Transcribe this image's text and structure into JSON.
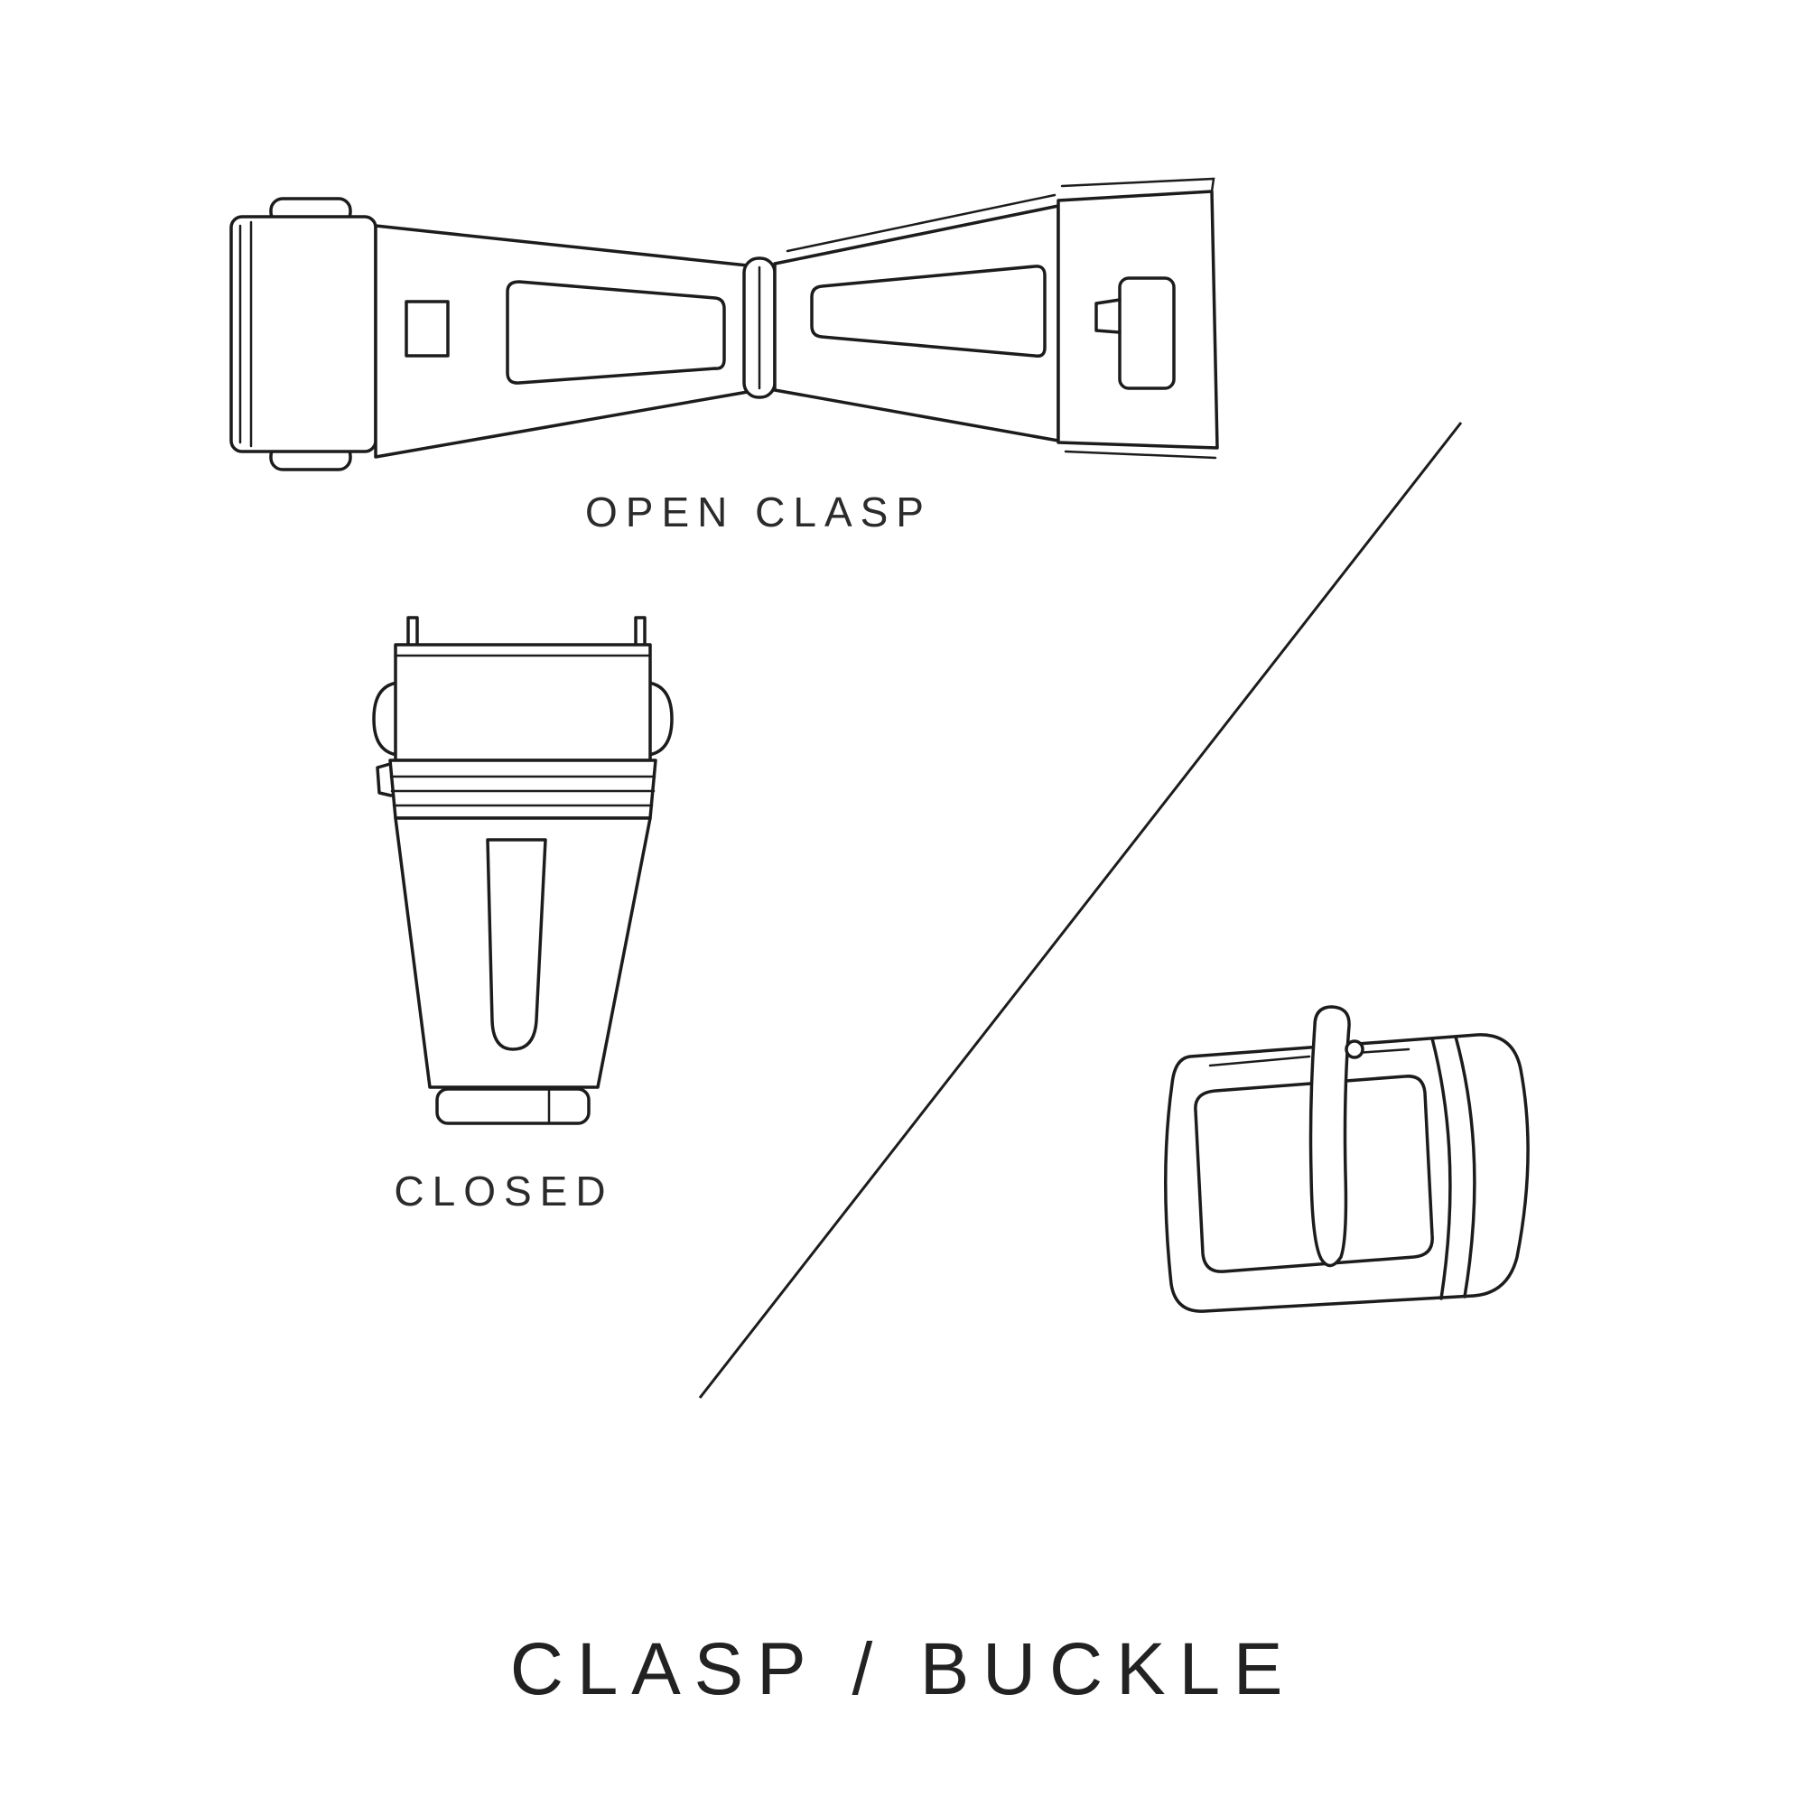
{
  "page": {
    "background_color": "#ffffff",
    "line_color": "#1c1c1c",
    "text_color": "#2b2b2b",
    "title": "CLASP / BUCKLE"
  },
  "figures": {
    "open_clasp": {
      "label": "OPEN CLASP"
    },
    "closed_clasp": {
      "label": "CLOSED"
    },
    "buckle": {
      "label": ""
    }
  }
}
